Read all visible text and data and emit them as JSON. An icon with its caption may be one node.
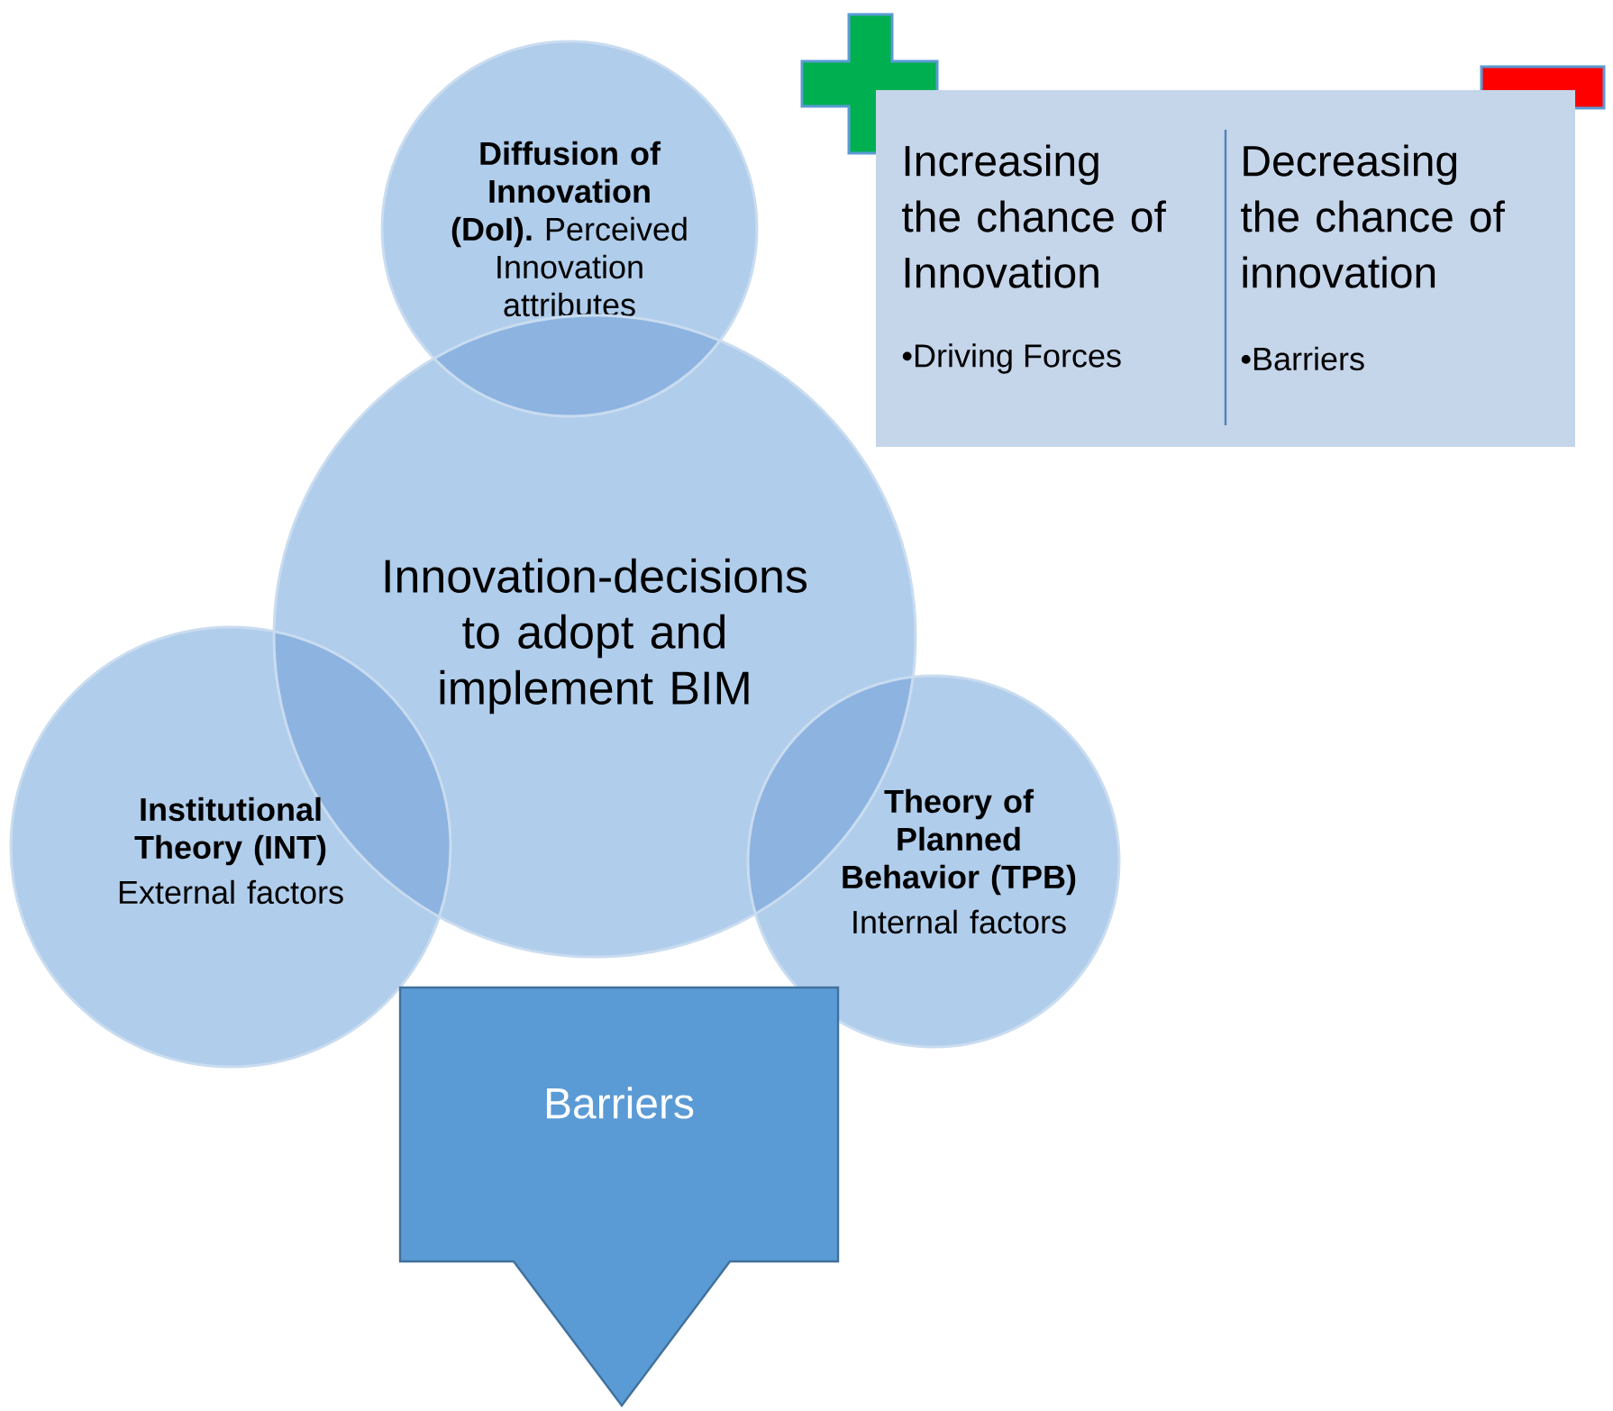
{
  "diagram": {
    "nodes": [
      {
        "text": [
          "**Diffusion of Innovation (DoI).** Perceived Innovation attributes"
        ]
      },
      {
        "text": [
          "Innovation-decisions to adopt and implement BIM"
        ]
      },
      {
        "text": [
          "Institutional Theory (INT)",
          "External factors"
        ]
      },
      {
        "text": [
          "Theory of Planned Behavior (TPB)",
          "Internal factors"
        ]
      },
      {
        "text": [
          "Increasing the chance of Innovation",
          "•Driving Forces",
          "Decreasing the chance of innovation",
          "•Barriers"
        ]
      },
      {
        "text": [
          "Barriers"
        ]
      }
    ]
  }
}
